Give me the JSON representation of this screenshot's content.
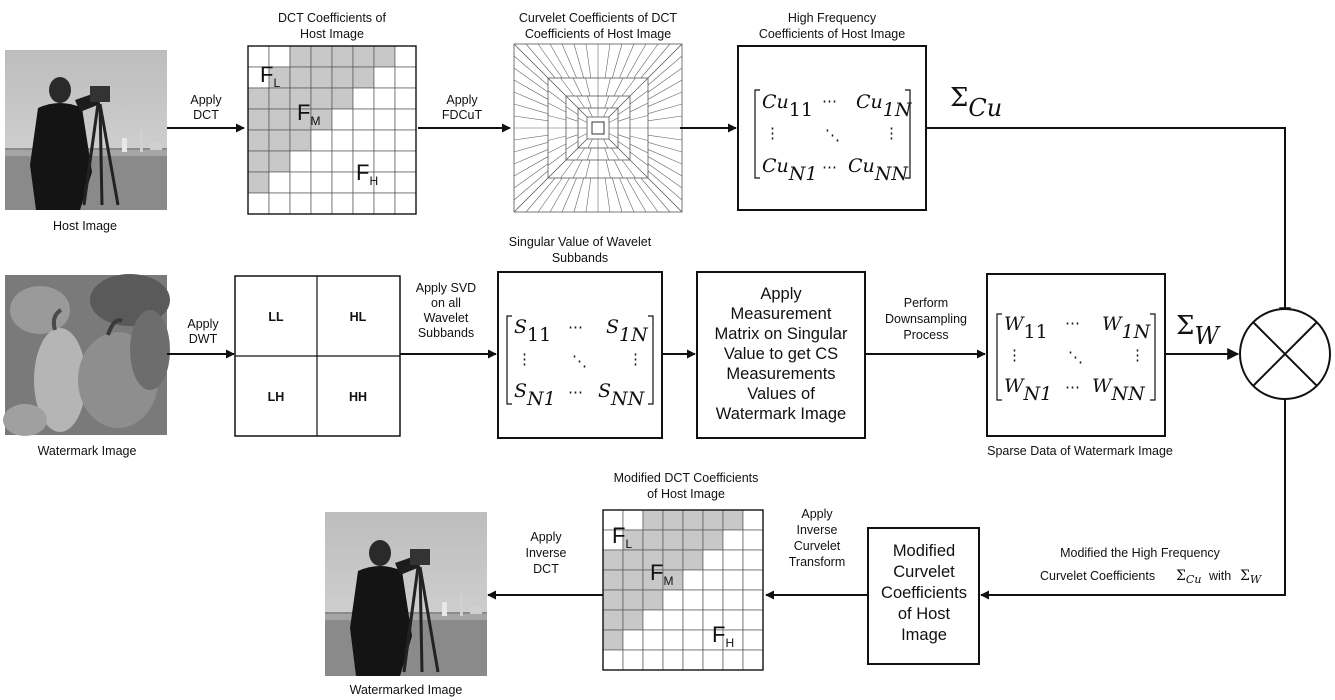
{
  "labels": {
    "host_image": "Host Image",
    "watermark_image": "Watermark Image",
    "watermarked_image": "Watermarked Image",
    "dct_title_1": "DCT Coefficients of",
    "dct_title_2": "Host Image",
    "curvelet_title_1": "Curvelet Coefficients of DCT",
    "curvelet_title_2": "Coefficients of Host Image",
    "hf_title_1": "High Frequency",
    "hf_title_2": "Coefficients of Host Image",
    "sv_title_1": "Singular Value of Wavelet",
    "sv_title_2": "Subbands",
    "sparse_title": "Sparse Data of Watermark Image",
    "mod_dct_title_1": "Modified DCT Coefficients",
    "mod_dct_title_2": "of Host Image",
    "mod_hf_1": "Modified the High Frequency",
    "mod_hf_2": "Curvelet Coefficients",
    "mod_hf_with": "with"
  },
  "arrows": {
    "apply_dct": [
      "Apply",
      "DCT"
    ],
    "apply_fdcut": [
      "Apply",
      "FDCuT"
    ],
    "apply_dwt": [
      "Apply",
      "DWT"
    ],
    "apply_svd": [
      "Apply SVD",
      "on all",
      "Wavelet",
      "Subbands"
    ],
    "downsampling": [
      "Perform",
      "Downsampling",
      "Process"
    ],
    "inverse_curvelet": [
      "Apply",
      "Inverse",
      "Curvelet",
      "Transform"
    ],
    "inverse_dct": [
      "Apply",
      "Inverse",
      "DCT"
    ]
  },
  "boxes": {
    "measurement": [
      "Apply",
      "Measurement",
      "Matrix on Singular",
      "Value to get CS",
      "Measurements",
      "Values of",
      "Watermark Image"
    ],
    "modified_curvelet": [
      "Modified",
      "Curvelet",
      "Coefficients",
      "of Host",
      "Image"
    ]
  },
  "dwt": {
    "ll": "LL",
    "hl": "HL",
    "lh": "LH",
    "hh": "HH"
  },
  "dct_bands": {
    "low": "F",
    "low_sub": "L",
    "mid": "F",
    "mid_sub": "M",
    "high": "F",
    "high_sub": "H"
  },
  "matrices": {
    "cu": {
      "a": "Cu",
      "a_sub": "11",
      "b": "Cu",
      "b_sub": "1N",
      "c": "Cu",
      "c_sub": "N1",
      "d": "Cu",
      "d_sub": "NN"
    },
    "s": {
      "a": "S",
      "a_sub": "11",
      "b": "S",
      "b_sub": "1N",
      "c": "S",
      "c_sub": "N1",
      "d": "S",
      "d_sub": "NN"
    },
    "w": {
      "a": "W",
      "a_sub": "11",
      "b": "W",
      "b_sub": "1N",
      "c": "W",
      "c_sub": "N1",
      "d": "W",
      "d_sub": "NN"
    },
    "hdots": "⋯",
    "vdots": "⋮",
    "ddots": "⋱"
  },
  "sigma": {
    "symbol": "Σ",
    "cu_sub": "Cu",
    "w_sub": "W"
  },
  "colors": {
    "grid_fill": "#c8c8c8",
    "line": "#111111"
  }
}
